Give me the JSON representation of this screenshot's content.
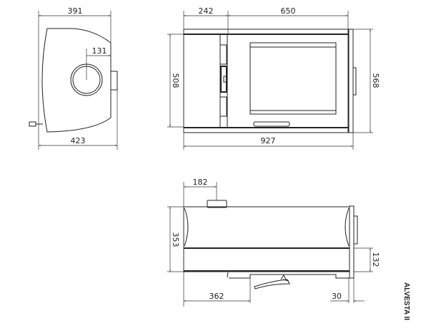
{
  "title": "ALVESTA II",
  "dimensions": {
    "side_top_width": "391",
    "flue_offset": "131",
    "side_bottom_width": "423",
    "left_panel_width": "242",
    "door_width": "650",
    "inner_height": "508",
    "total_height": "568",
    "total_width": "927",
    "flue_from_left": "182",
    "depth": "353",
    "base_height": "132",
    "lever_offset": "362",
    "flange_depth": "30"
  }
}
